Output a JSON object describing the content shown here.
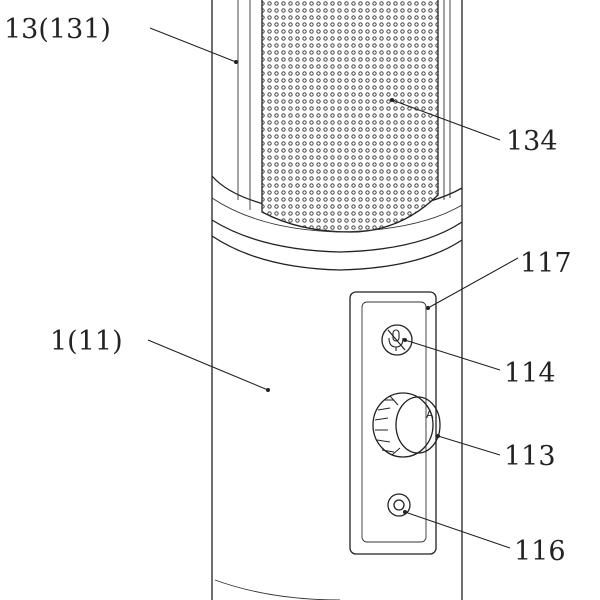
{
  "figure": {
    "labels": {
      "head": "13(131)",
      "grille": "134",
      "panel": "117",
      "body": "1(11)",
      "mute_button": "114",
      "knob": "113",
      "jack": "116"
    },
    "knob_mark": "A"
  },
  "colors": {
    "ink": "#222222",
    "background": "#ffffff"
  },
  "icons": {
    "mute_button": "mic-mute-icon",
    "jack": "headphone-jack-icon"
  }
}
